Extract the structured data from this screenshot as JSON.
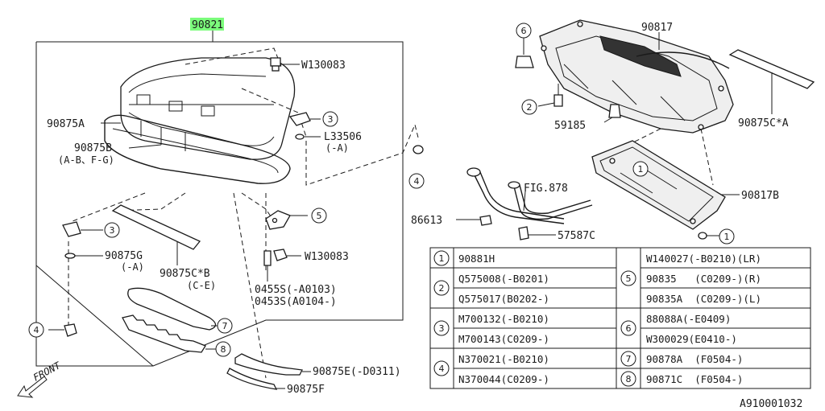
{
  "header": {
    "part_number": "90821",
    "highlight_color": "#7CFC7C"
  },
  "labels": {
    "w130083_top": "W130083",
    "n90875a": "90875A",
    "n90875b": "90875B",
    "n90875b_sub": "(A-B、F-G)",
    "l33506": "L33506",
    "l33506_sub": "(-A)",
    "n90875g": "90875G",
    "n90875g_sub": "(-A)",
    "n90875cb": "90875C*B",
    "n90875cb_sub": "(C-E)",
    "w130083_bot": "W130083",
    "n0455s": "0455S(-A0103)",
    "n0453s": "0453S(A0104-)",
    "n90875e": "90875E(-D0311)",
    "n90875f": "90875F",
    "n90817": "90817",
    "n90875ca": "90875C*A",
    "n59185": "59185",
    "n90817b": "90817B",
    "fig878": "FIG.878",
    "n86613": "86613",
    "n57587c": "57587C",
    "front": "FRONT",
    "drawing_id": "A910001032"
  },
  "callouts": [
    "1",
    "2",
    "3",
    "4",
    "5",
    "6",
    "7",
    "8"
  ],
  "legend": {
    "left": [
      {
        "num": "1",
        "rows": [
          "90881H"
        ]
      },
      {
        "num": "2",
        "rows": [
          "Q575008(-B0201)",
          "Q575017(B0202-)"
        ]
      },
      {
        "num": "3",
        "rows": [
          "M700132(-B0210)",
          "M700143(C0209-)"
        ]
      },
      {
        "num": "4",
        "rows": [
          "N370021(-B0210)",
          "N370044(C0209-)"
        ]
      }
    ],
    "right": [
      {
        "num": "5",
        "rows": [
          "W140027(-B0210)(LR)",
          "90835   (C0209-)(R)",
          "90835A  (C0209-)(L)"
        ]
      },
      {
        "num": "6",
        "rows": [
          "88088A(-E0409)",
          "W300029(E0410-)"
        ]
      },
      {
        "num": "7",
        "rows": [
          "90878A  (F0504-)"
        ]
      },
      {
        "num": "8",
        "rows": [
          "90871C  (F0504-)"
        ]
      }
    ]
  }
}
